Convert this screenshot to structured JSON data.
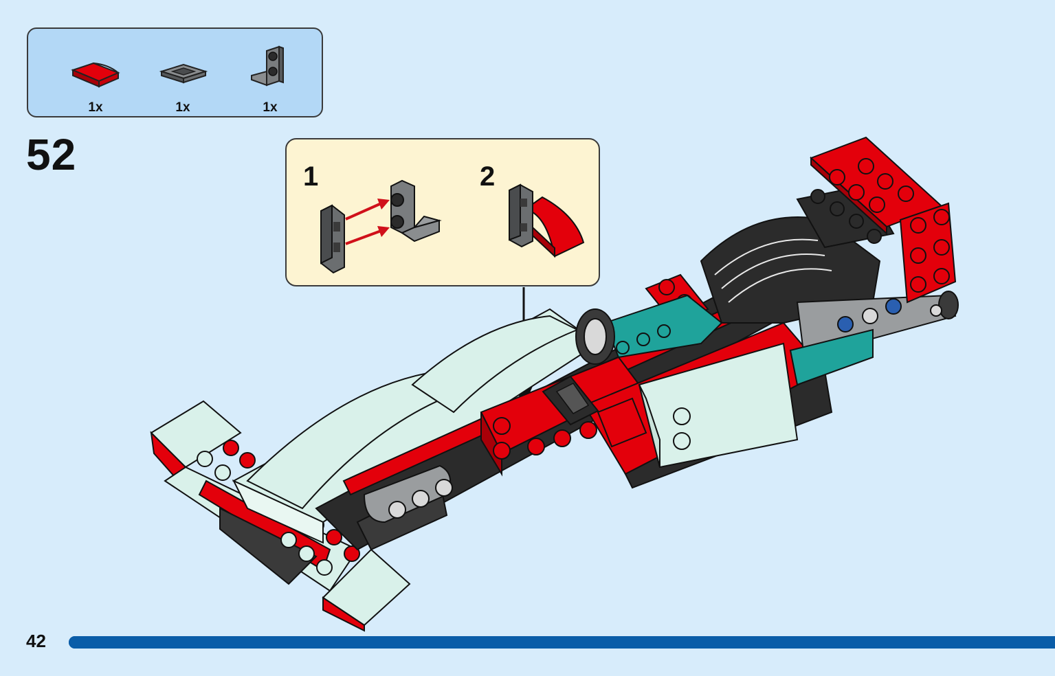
{
  "parts": [
    {
      "name": "red-curved-slope-1x2",
      "qty": "1x",
      "color": "#e3000b"
    },
    {
      "name": "grey-tile-1x2-grill",
      "qty": "1x",
      "color": "#6b6e70"
    },
    {
      "name": "grey-bracket-1x2-2x2",
      "qty": "1x",
      "color": "#6b6e70"
    }
  ],
  "step": {
    "number": "52"
  },
  "callout": {
    "sub_steps": [
      {
        "label": "1"
      },
      {
        "label": "2"
      }
    ]
  },
  "page": {
    "number": "42",
    "progress": 1.0
  },
  "colors": {
    "background": "#d7ecfb",
    "parts_box": "#b3d8f6",
    "callout_box": "#fdf4d2",
    "progress": "#0a5da8",
    "brick_red": "#e3000b",
    "brick_black": "#2b2b2b",
    "brick_grey": "#6b6e70",
    "brick_light_aqua": "#d9f1ea",
    "brick_teal": "#1fa39b"
  }
}
